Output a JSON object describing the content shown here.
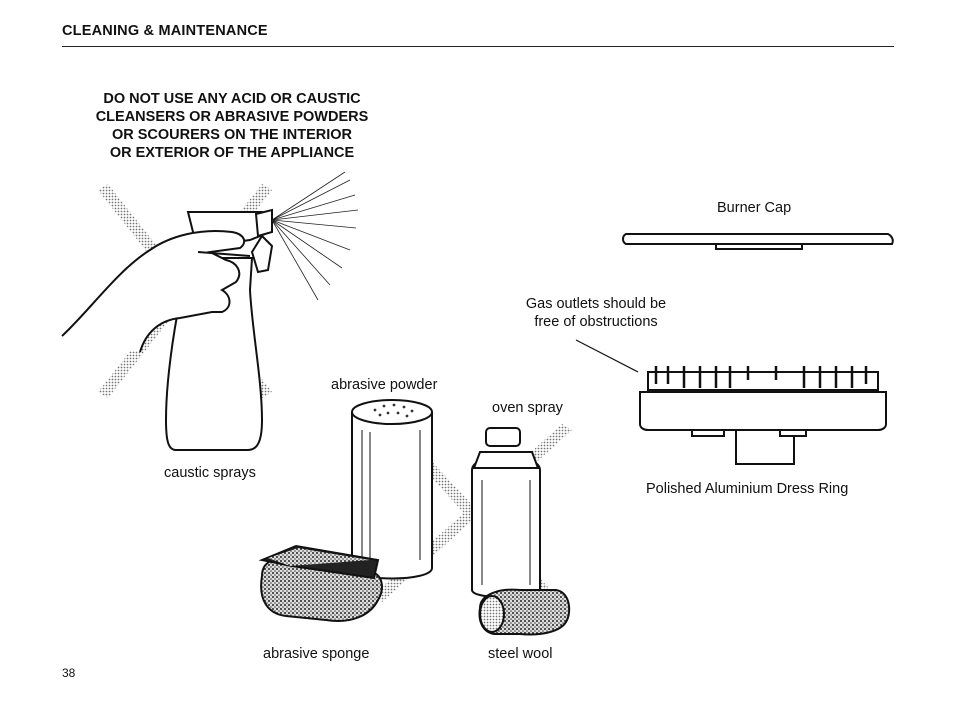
{
  "page": {
    "section_title": "CLEANING & MAINTENANCE",
    "page_number": "38"
  },
  "warning": {
    "lines": [
      "DO NOT USE ANY ACID OR CAUSTIC",
      "CLEANSERS OR ABRASIVE POWDERS",
      "OR SCOURERS ON THE INTERIOR",
      "OR EXTERIOR OF THE APPLIANCE"
    ]
  },
  "prohibited_items": {
    "caustic_sprays": "caustic sprays",
    "abrasive_powder": "abrasive powder",
    "oven_spray": "oven spray",
    "abrasive_sponge": "abrasive sponge",
    "steel_wool": "steel wool"
  },
  "burner": {
    "cap_label": "Burner Cap",
    "gas_outlets_note": [
      "Gas outlets should be",
      "free of obstructions"
    ],
    "dress_ring_label": "Polished Aluminium Dress Ring"
  }
}
